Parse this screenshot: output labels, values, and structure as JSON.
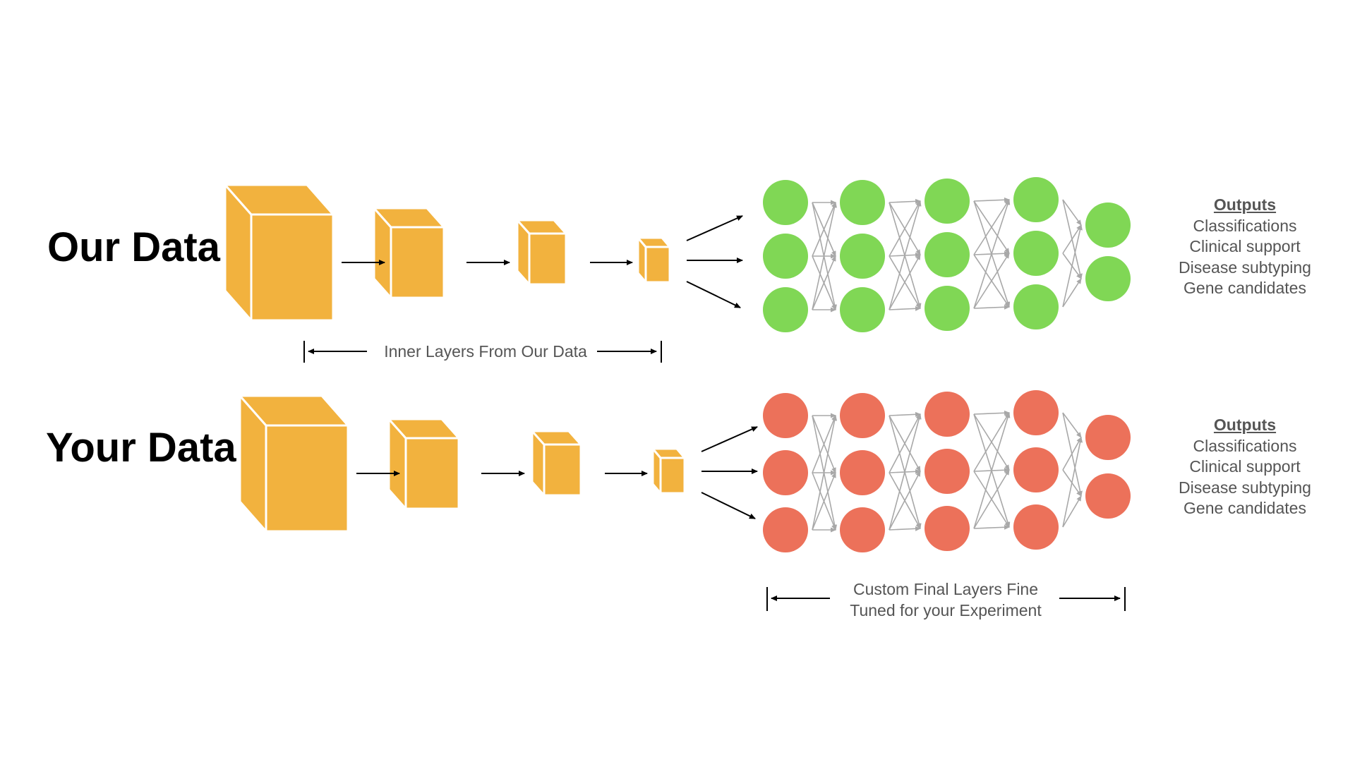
{
  "rows": {
    "our": {
      "title": "Our Data",
      "node_color": "#80d755",
      "outputs": {
        "heading": "Outputs",
        "items": [
          "Classifications",
          "Clinical support",
          "Disease subtyping",
          "Gene candidates"
        ]
      }
    },
    "your": {
      "title": "Your Data",
      "node_color": "#ec715a",
      "outputs": {
        "heading": "Outputs",
        "items": [
          "Classifications",
          "Clinical support",
          "Disease subtyping",
          "Gene candidates"
        ]
      }
    }
  },
  "brackets": {
    "inner_layers": "Inner Layers From Our Data",
    "custom_layers_line1": "Custom Final Layers Fine",
    "custom_layers_line2": "Tuned for your Experiment"
  },
  "colors": {
    "box_fill": "#f2b23e",
    "box_edge": "#ffffff",
    "connection": "#a8a8a8",
    "arrow": "#000000"
  }
}
